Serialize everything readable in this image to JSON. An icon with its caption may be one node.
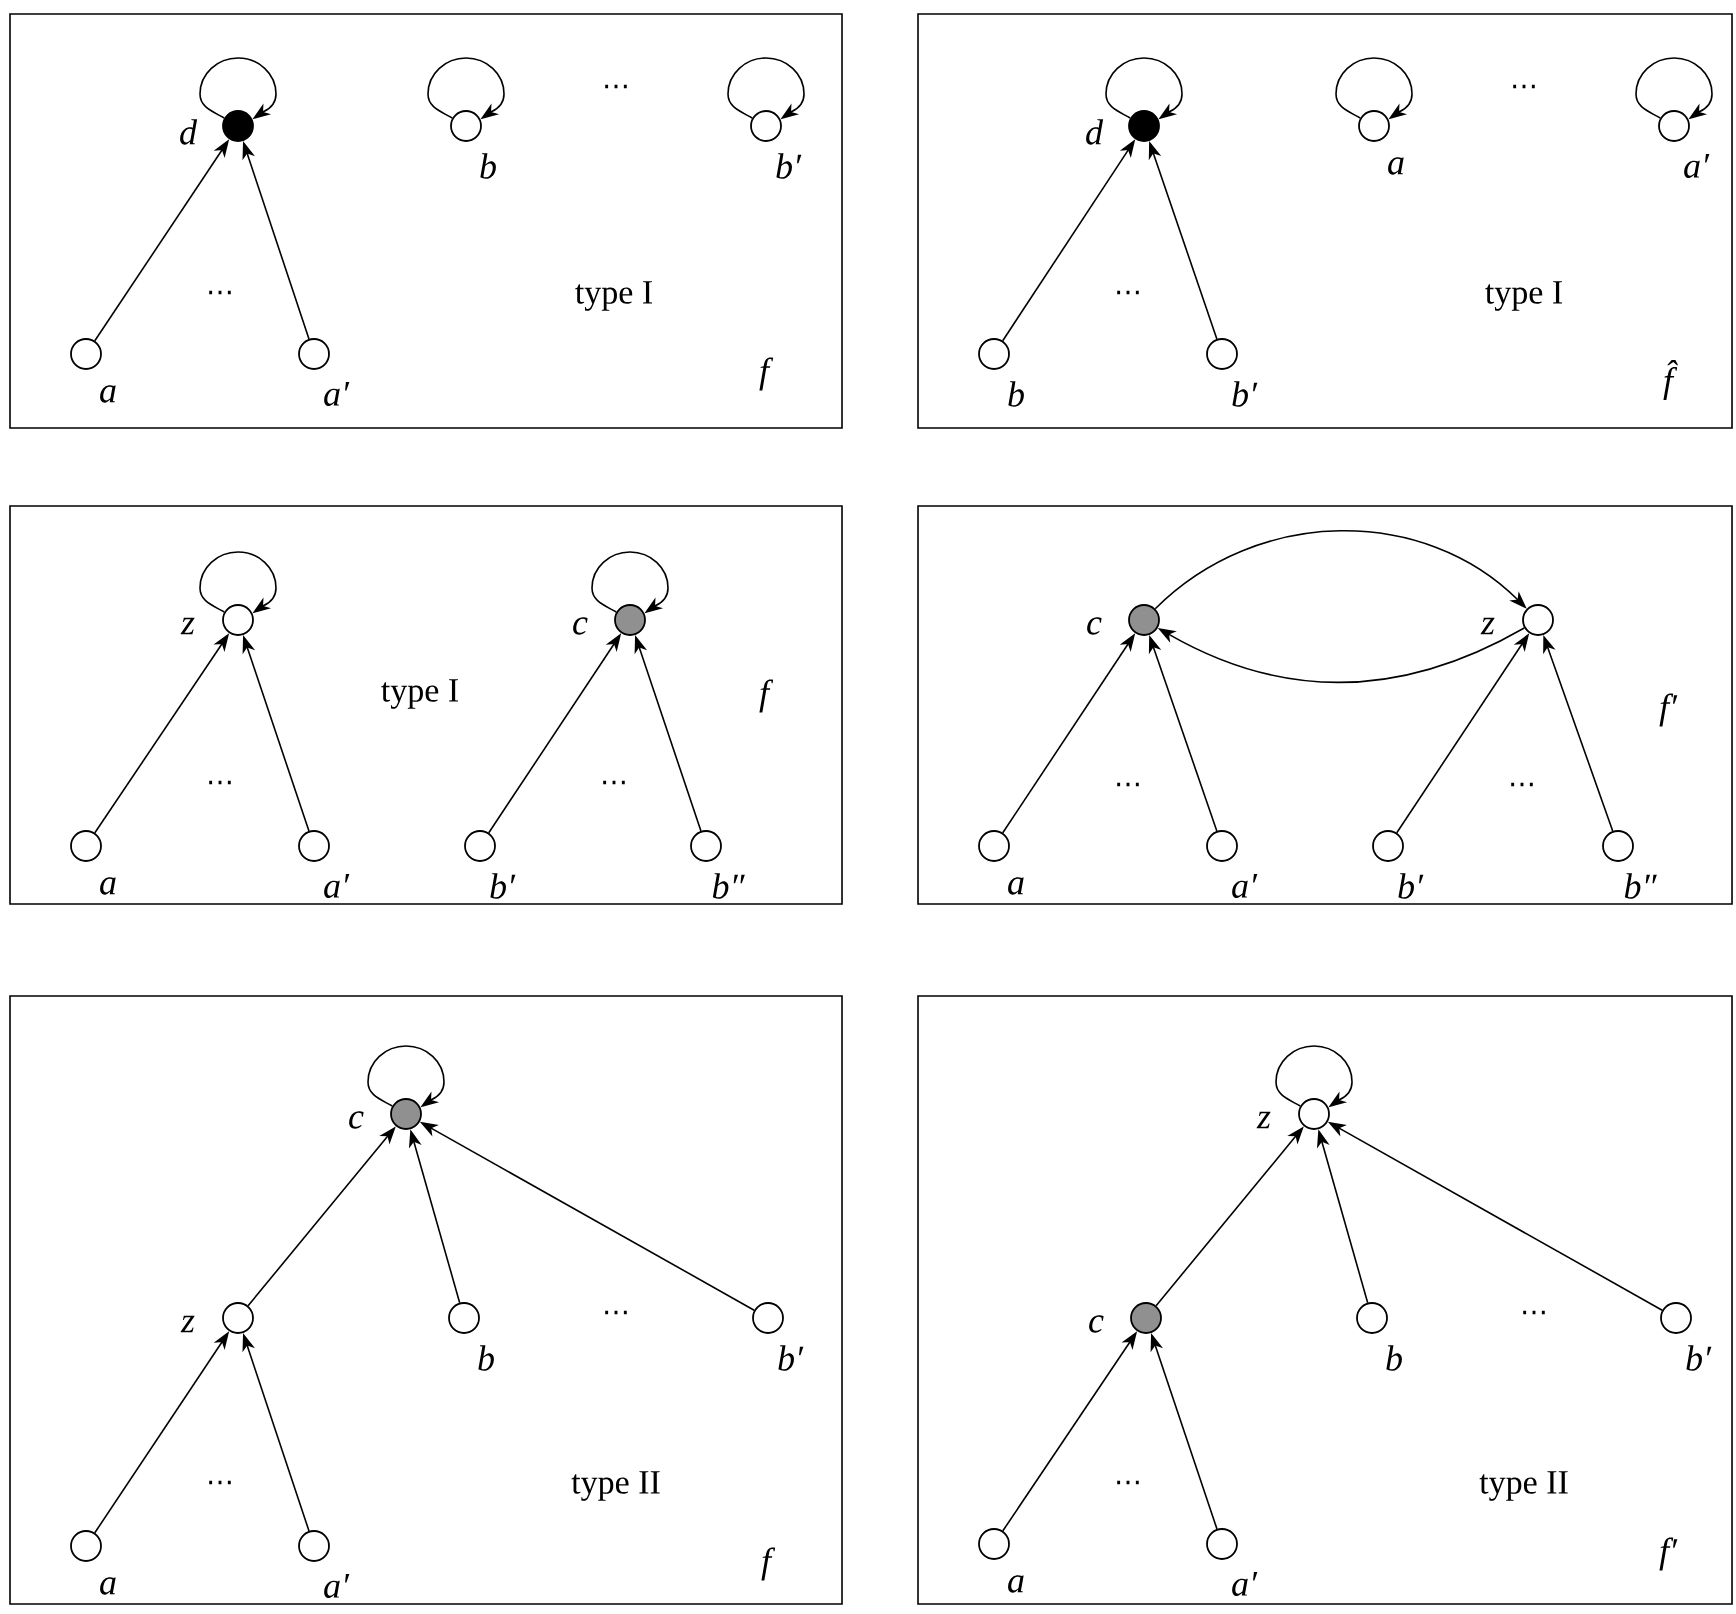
{
  "diagram": {
    "nodes": [
      {
        "text": [
          "⋯",
          "⋯",
          "type I",
          "f"
        ]
      },
      {
        "text": [],
        "shape": "circle",
        "beside": [
          "d"
        ],
        "in": 0
      },
      {
        "text": [],
        "shape": "circle",
        "beside": [
          "b"
        ],
        "in": 0
      },
      {
        "text": [],
        "shape": "circle",
        "beside": [
          "b′"
        ],
        "in": 0
      },
      {
        "text": [],
        "shape": "circle",
        "beside": [
          "a"
        ],
        "in": 0
      },
      {
        "text": [],
        "shape": "circle",
        "beside": [
          "a′"
        ],
        "in": 0
      },
      {
        "text": [
          "⋯",
          "⋯",
          "type I",
          "f̂"
        ]
      },
      {
        "text": [],
        "shape": "circle",
        "beside": [
          "d"
        ],
        "in": 6
      },
      {
        "text": [],
        "shape": "circle",
        "beside": [
          "a"
        ],
        "in": 6
      },
      {
        "text": [],
        "shape": "circle",
        "beside": [
          "a′"
        ],
        "in": 6
      },
      {
        "text": [],
        "shape": "circle",
        "beside": [
          "b"
        ],
        "in": 6
      },
      {
        "text": [],
        "shape": "circle",
        "beside": [
          "b′"
        ],
        "in": 6
      },
      {
        "text": [
          "type I",
          "f",
          "⋯",
          "⋯"
        ]
      },
      {
        "text": [],
        "shape": "circle",
        "beside": [
          "z"
        ],
        "in": 12
      },
      {
        "text": [],
        "shape": "circle",
        "beside": [
          "c"
        ],
        "in": 12
      },
      {
        "text": [],
        "shape": "circle",
        "beside": [
          "a"
        ],
        "in": 12
      },
      {
        "text": [],
        "shape": "circle",
        "beside": [
          "a′"
        ],
        "in": 12
      },
      {
        "text": [],
        "shape": "circle",
        "beside": [
          "b′"
        ],
        "in": 12
      },
      {
        "text": [],
        "shape": "circle",
        "beside": [
          "b″"
        ],
        "in": 12
      },
      {
        "text": [
          "f′",
          "⋯",
          "⋯"
        ]
      },
      {
        "text": [],
        "shape": "circle",
        "beside": [
          "c"
        ],
        "in": 19
      },
      {
        "text": [],
        "shape": "circle",
        "beside": [
          "z"
        ],
        "in": 19
      },
      {
        "text": [],
        "shape": "circle",
        "beside": [
          "a"
        ],
        "in": 19
      },
      {
        "text": [],
        "shape": "circle",
        "beside": [
          "a′"
        ],
        "in": 19
      },
      {
        "text": [],
        "shape": "circle",
        "beside": [
          "b′"
        ],
        "in": 19
      },
      {
        "text": [],
        "shape": "circle",
        "beside": [
          "b″"
        ],
        "in": 19
      },
      {
        "text": [
          "⋯",
          "⋯",
          "type II",
          "f"
        ]
      },
      {
        "text": [],
        "shape": "circle",
        "beside": [
          "c"
        ],
        "in": 26
      },
      {
        "text": [],
        "shape": "circle",
        "beside": [
          "z"
        ],
        "in": 26
      },
      {
        "text": [],
        "shape": "circle",
        "beside": [
          "b"
        ],
        "in": 26
      },
      {
        "text": [],
        "shape": "circle",
        "beside": [
          "b′"
        ],
        "in": 26
      },
      {
        "text": [],
        "shape": "circle",
        "beside": [
          "a"
        ],
        "in": 26
      },
      {
        "text": [],
        "shape": "circle",
        "beside": [
          "a′"
        ],
        "in": 26
      },
      {
        "text": [
          "⋯",
          "⋯",
          "type II",
          "f′"
        ]
      },
      {
        "text": [],
        "shape": "circle",
        "beside": [
          "z"
        ],
        "in": 33
      },
      {
        "text": [],
        "shape": "circle",
        "beside": [
          "c"
        ],
        "in": 33
      },
      {
        "text": [],
        "shape": "circle",
        "beside": [
          "b"
        ],
        "in": 33
      },
      {
        "text": [],
        "shape": "circle",
        "beside": [
          "b′"
        ],
        "in": 33
      },
      {
        "text": [],
        "shape": "circle",
        "beside": [
          "a"
        ],
        "in": 33
      },
      {
        "text": [],
        "shape": "circle",
        "beside": [
          "a′"
        ],
        "in": 33
      }
    ],
    "edges": [
      {
        "from": 1,
        "to": 1,
        "arrow": "to"
      },
      {
        "from": 2,
        "to": 2,
        "arrow": "to"
      },
      {
        "from": 3,
        "to": 3,
        "arrow": "to"
      },
      {
        "from": 4,
        "to": 1,
        "arrow": "to"
      },
      {
        "from": 5,
        "to": 1,
        "arrow": "to"
      },
      {
        "from": 7,
        "to": 7,
        "arrow": "to"
      },
      {
        "from": 8,
        "to": 8,
        "arrow": "to"
      },
      {
        "from": 9,
        "to": 9,
        "arrow": "to"
      },
      {
        "from": 10,
        "to": 7,
        "arrow": "to"
      },
      {
        "from": 11,
        "to": 7,
        "arrow": "to"
      },
      {
        "from": 13,
        "to": 13,
        "arrow": "to"
      },
      {
        "from": 14,
        "to": 14,
        "arrow": "to"
      },
      {
        "from": 15,
        "to": 13,
        "arrow": "to"
      },
      {
        "from": 16,
        "to": 13,
        "arrow": "to"
      },
      {
        "from": 17,
        "to": 14,
        "arrow": "to"
      },
      {
        "from": 18,
        "to": 14,
        "arrow": "to"
      },
      {
        "from": 20,
        "to": 21,
        "arrow": "to"
      },
      {
        "from": 21,
        "to": 20,
        "arrow": "to"
      },
      {
        "from": 22,
        "to": 20,
        "arrow": "to"
      },
      {
        "from": 23,
        "to": 20,
        "arrow": "to"
      },
      {
        "from": 24,
        "to": 21,
        "arrow": "to"
      },
      {
        "from": 25,
        "to": 21,
        "arrow": "to"
      },
      {
        "from": 27,
        "to": 27,
        "arrow": "to"
      },
      {
        "from": 28,
        "to": 27,
        "arrow": "to"
      },
      {
        "from": 29,
        "to": 27,
        "arrow": "to"
      },
      {
        "from": 30,
        "to": 27,
        "arrow": "to"
      },
      {
        "from": 31,
        "to": 28,
        "arrow": "to"
      },
      {
        "from": 32,
        "to": 28,
        "arrow": "to"
      },
      {
        "from": 34,
        "to": 34,
        "arrow": "to"
      },
      {
        "from": 35,
        "to": 34,
        "arrow": "to"
      },
      {
        "from": 36,
        "to": 34,
        "arrow": "to"
      },
      {
        "from": 37,
        "to": 34,
        "arrow": "to"
      },
      {
        "from": 38,
        "to": 35,
        "arrow": "to"
      },
      {
        "from": 39,
        "to": 35,
        "arrow": "to"
      }
    ]
  }
}
